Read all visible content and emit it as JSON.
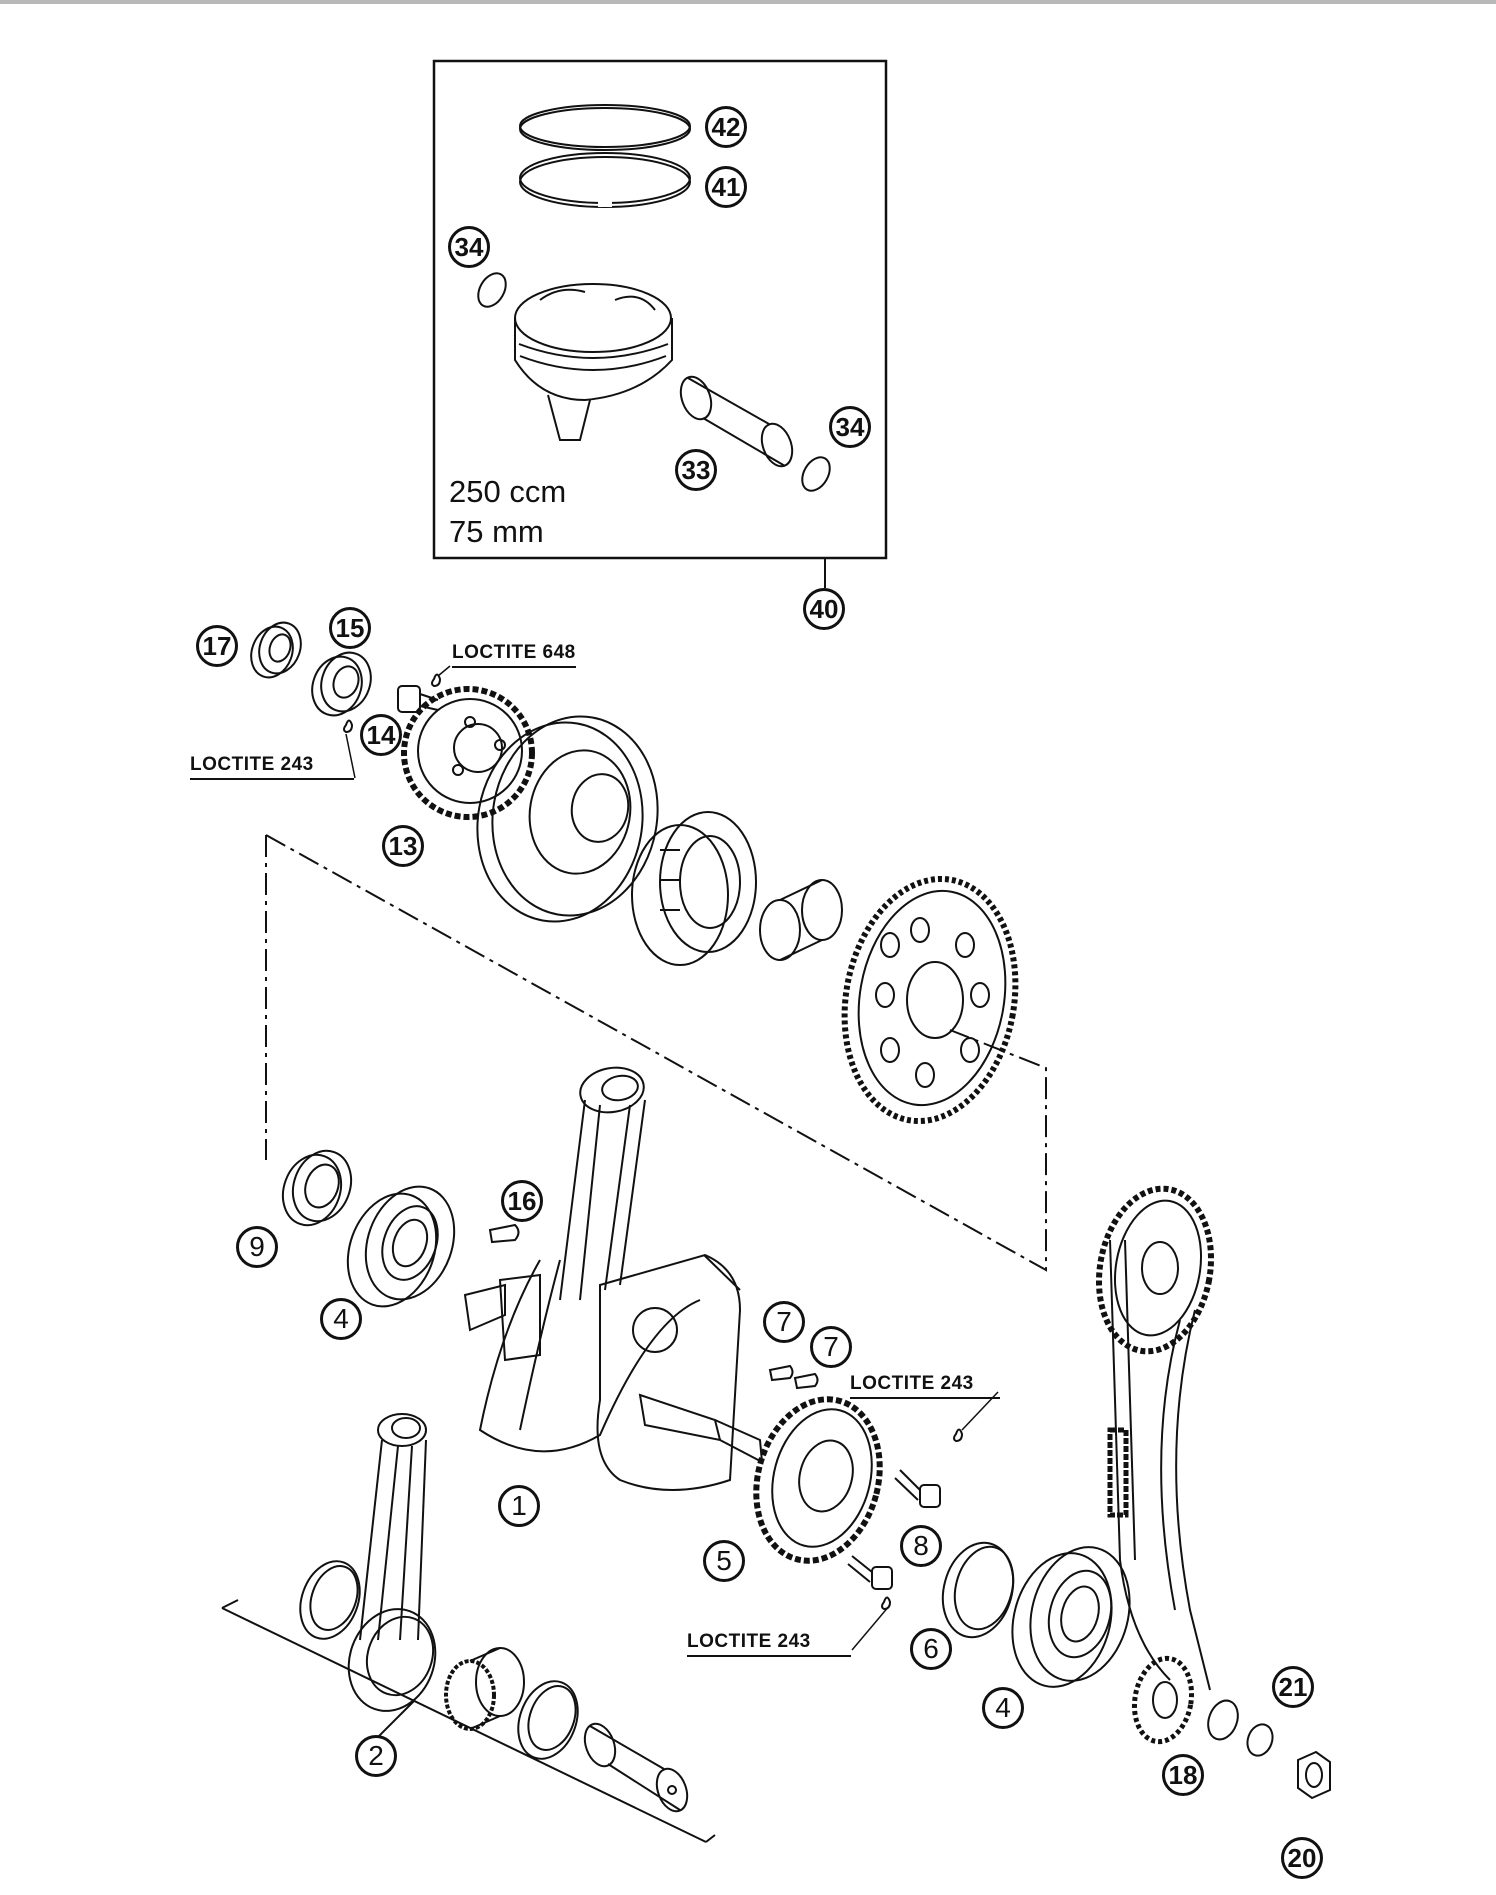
{
  "kit": {
    "line1": "250 ccm",
    "line2": "75 mm"
  },
  "notes": {
    "n648": "LOCTITE 648",
    "n243a": "LOCTITE 243",
    "n243b": "LOCTITE 243",
    "n243c": "LOCTITE 243"
  },
  "callouts": {
    "c1": "1",
    "c2": "2",
    "c4a": "4",
    "c4b": "4",
    "c5": "5",
    "c6": "6",
    "c7a": "7",
    "c7b": "7",
    "c8": "8",
    "c9": "9",
    "c13": "13",
    "c14": "14",
    "c15": "15",
    "c16": "16",
    "c17": "17",
    "c18": "18",
    "c20": "20",
    "c21": "21",
    "c33": "33",
    "c34a": "34",
    "c34b": "34",
    "c40": "40",
    "c41": "41",
    "c42": "42"
  }
}
